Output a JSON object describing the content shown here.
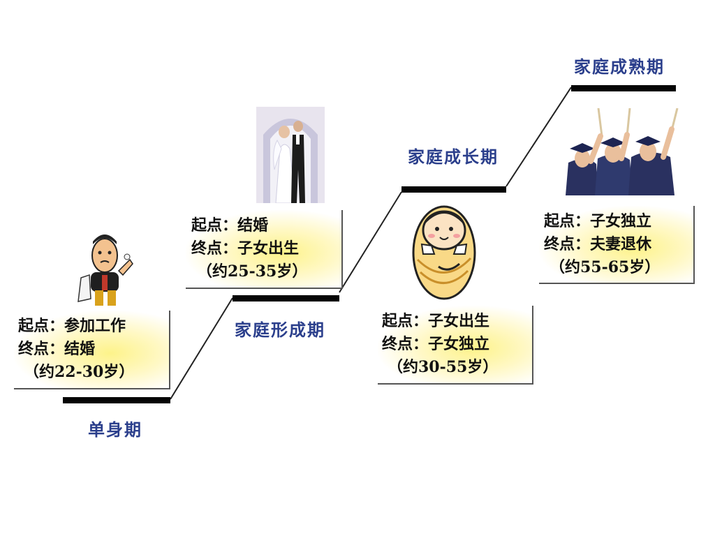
{
  "stages": [
    {
      "label": "单身期",
      "start": "起点：参加工作",
      "end": "终点：结婚",
      "range": "（约22-30岁）",
      "image": "single-man-cartoon"
    },
    {
      "label": "家庭形成期",
      "start": "起点：结婚",
      "end": "终点：子女出生",
      "range": "（约25-35岁）",
      "image": "wedding-couple-photo"
    },
    {
      "label": "家庭成长期",
      "start": "起点：子女出生",
      "end": "终点：子女独立",
      "range": "（约30-55岁）",
      "image": "swaddled-baby-cartoon"
    },
    {
      "label": "家庭成熟期",
      "start": "起点：子女独立",
      "end": "终点：夫妻退休",
      "range": "（约55-65岁）",
      "image": "graduates-photo"
    }
  ],
  "colors": {
    "label": "#2b3f8c",
    "step_line": "#050505",
    "box_highlight": "#fdf38a"
  }
}
